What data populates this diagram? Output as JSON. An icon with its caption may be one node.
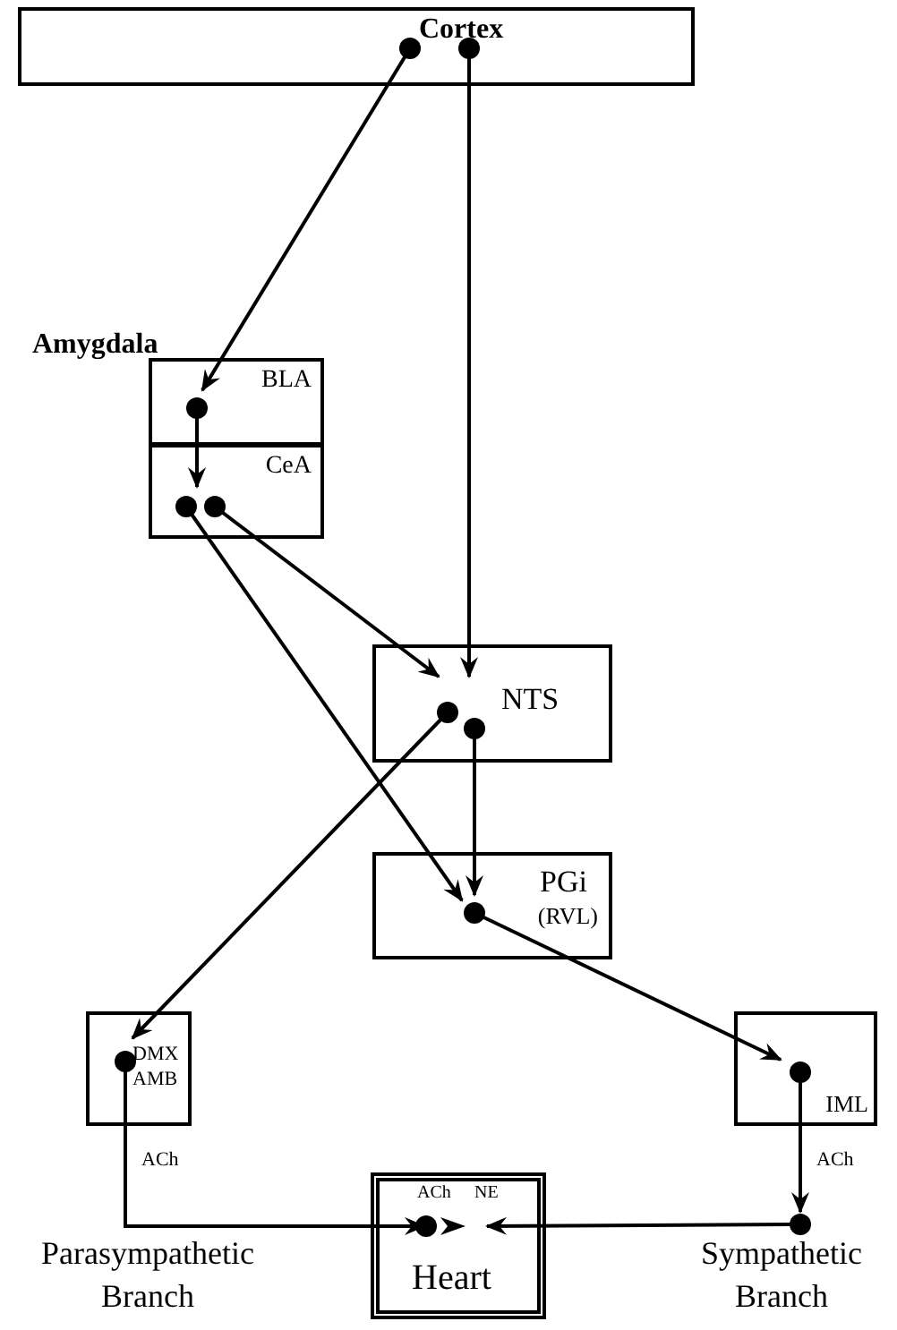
{
  "diagram": {
    "nodes": [
      {
        "text": [
          "Cortex"
        ]
      },
      {
        "text": [
          "Amygdala"
        ]
      },
      {
        "text": [
          "BLA"
        ],
        "in": 1
      },
      {
        "text": [
          "CeA"
        ],
        "in": 1
      },
      {
        "text": [
          "NTS"
        ]
      },
      {
        "text": [
          "PGi",
          "(RVL)"
        ]
      },
      {
        "text": [
          "DMX AMB"
        ]
      },
      {
        "text": [
          "IML"
        ]
      },
      {
        "text": [
          "ACh",
          "NE",
          "Heart"
        ]
      },
      {
        "text": [],
        "shape": "circle"
      }
    ],
    "edges": [
      {
        "from": 0,
        "to": 2,
        "arrow": "to"
      },
      {
        "from": 0,
        "to": 4,
        "arrow": "to"
      },
      {
        "from": 2,
        "to": 3,
        "arrow": "to"
      },
      {
        "from": 3,
        "to": 4,
        "arrow": "to"
      },
      {
        "from": 3,
        "to": 5,
        "arrow": "to"
      },
      {
        "from": 4,
        "to": 5,
        "arrow": "to"
      },
      {
        "from": 4,
        "to": 6,
        "arrow": "to"
      },
      {
        "from": 5,
        "to": 7,
        "arrow": "to"
      },
      {
        "from": 6,
        "to": 8,
        "arrow": "to",
        "label": "ACh"
      },
      {
        "from": 7,
        "to": 9,
        "arrow": "to",
        "label": "ACh"
      },
      {
        "from": 9,
        "to": 8,
        "arrow": "to"
      }
    ],
    "labels": [
      "Parasympathetic Branch",
      "Sympathetic Branch"
    ]
  }
}
